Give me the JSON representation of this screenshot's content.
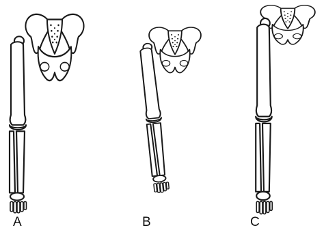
{
  "panels": [
    {
      "id": "A",
      "label": "A"
    },
    {
      "id": "B",
      "label": "B"
    },
    {
      "id": "C",
      "label": "C"
    }
  ],
  "colors": {
    "line": "#1a1a1a",
    "background": "#ffffff"
  }
}
